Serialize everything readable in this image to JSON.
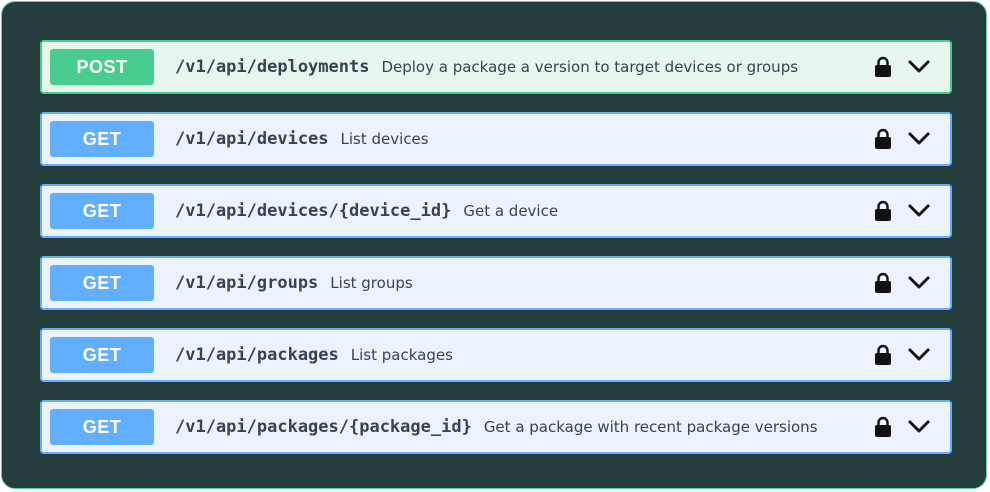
{
  "operations": [
    {
      "method": "POST",
      "path": "/v1/api/deployments",
      "summary": "Deploy a package a version to target devices or groups",
      "icons": [
        "lock-icon",
        "chevron-down-icon"
      ]
    },
    {
      "method": "GET",
      "path": "/v1/api/devices",
      "summary": "List devices",
      "icons": [
        "lock-icon",
        "chevron-down-icon"
      ]
    },
    {
      "method": "GET",
      "path": "/v1/api/devices/{device_id}",
      "summary": "Get a device",
      "icons": [
        "lock-icon",
        "chevron-down-icon"
      ]
    },
    {
      "method": "GET",
      "path": "/v1/api/groups",
      "summary": "List groups",
      "icons": [
        "lock-icon",
        "chevron-down-icon"
      ]
    },
    {
      "method": "GET",
      "path": "/v1/api/packages",
      "summary": "List packages",
      "icons": [
        "lock-icon",
        "chevron-down-icon"
      ]
    },
    {
      "method": "GET",
      "path": "/v1/api/packages/{package_id}",
      "summary": "Get a package with recent package versions",
      "icons": [
        "lock-icon",
        "chevron-down-icon"
      ]
    }
  ],
  "colors": {
    "panel_background": "#263d3e",
    "panel_border": "#5fd0a0",
    "get_accent": "#61affe",
    "get_background": "#ecf3fd",
    "post_accent": "#49cc90",
    "post_background": "#e8f6f0",
    "text": "#3b4151"
  }
}
